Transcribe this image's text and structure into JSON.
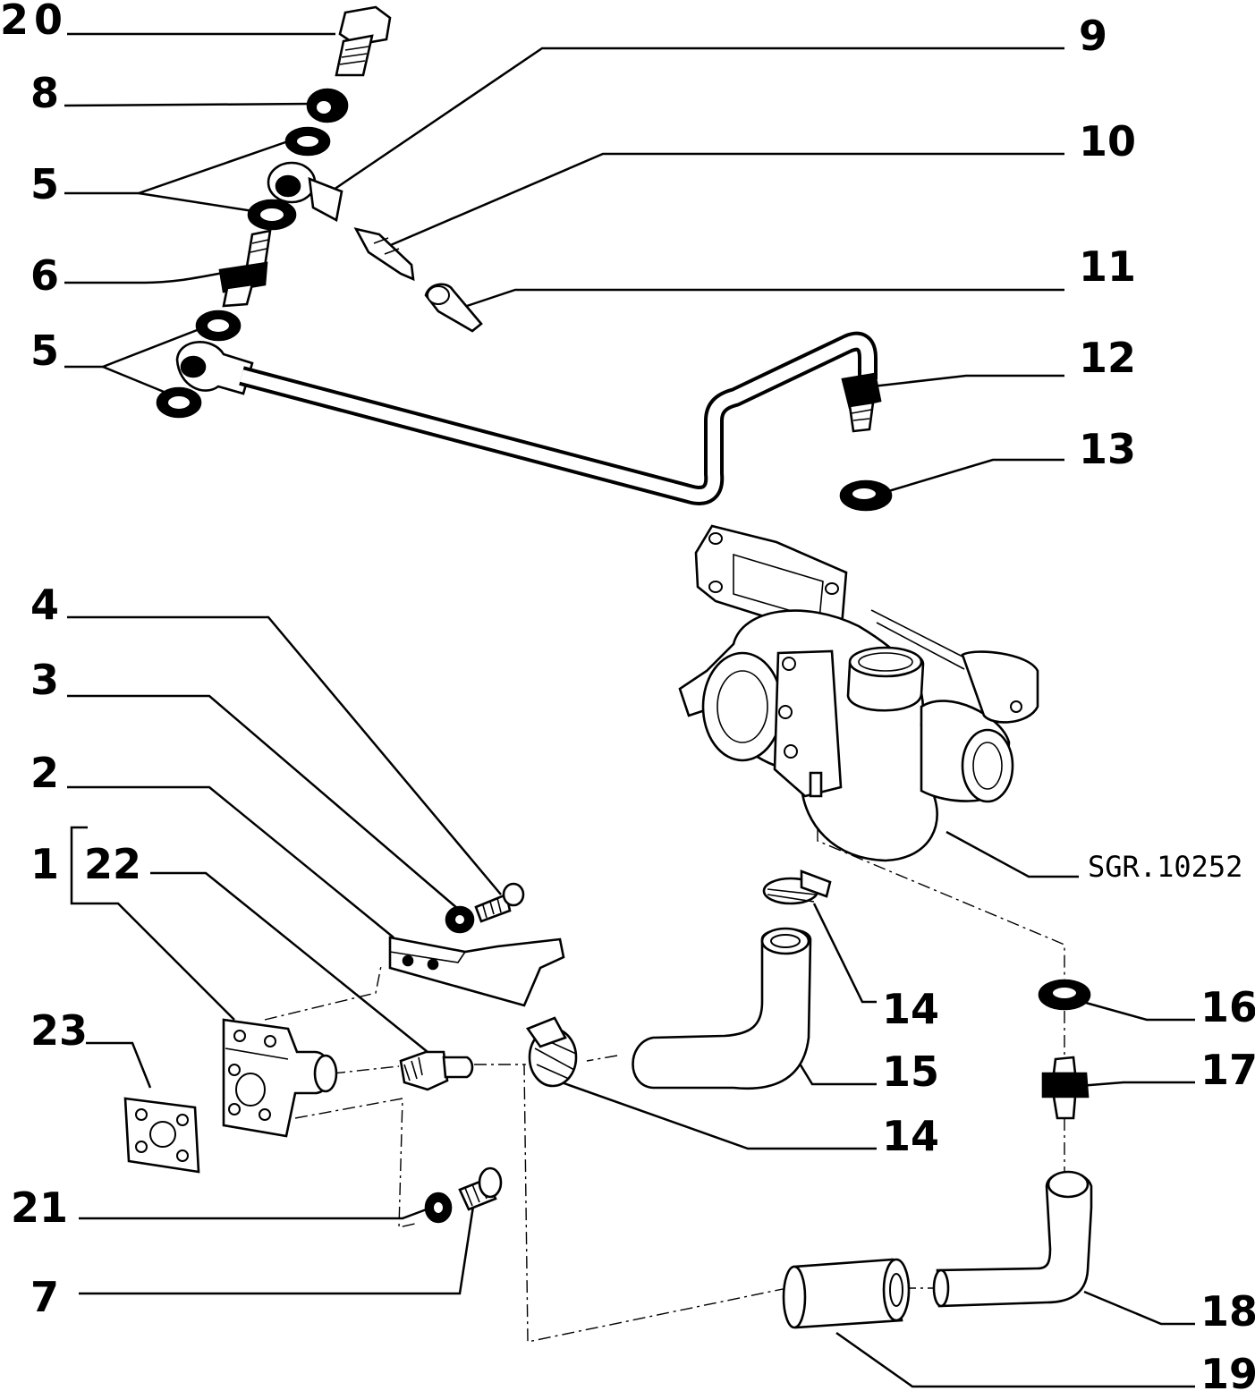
{
  "diagram": {
    "reference_code": "SGR.10252",
    "callouts": {
      "c20": "20",
      "c8": "8",
      "c5a": "5",
      "c6": "6",
      "c5b": "5",
      "c9": "9",
      "c10": "10",
      "c11": "11",
      "c12": "12",
      "c13": "13",
      "c4": "4",
      "c3": "3",
      "c2": "2",
      "c1": "1",
      "c22": "22",
      "c23": "23",
      "c21": "21",
      "c7": "7",
      "c14a": "14",
      "c15": "15",
      "c14b": "14",
      "c16": "16",
      "c17": "17",
      "c18": "18",
      "c19": "19"
    }
  }
}
